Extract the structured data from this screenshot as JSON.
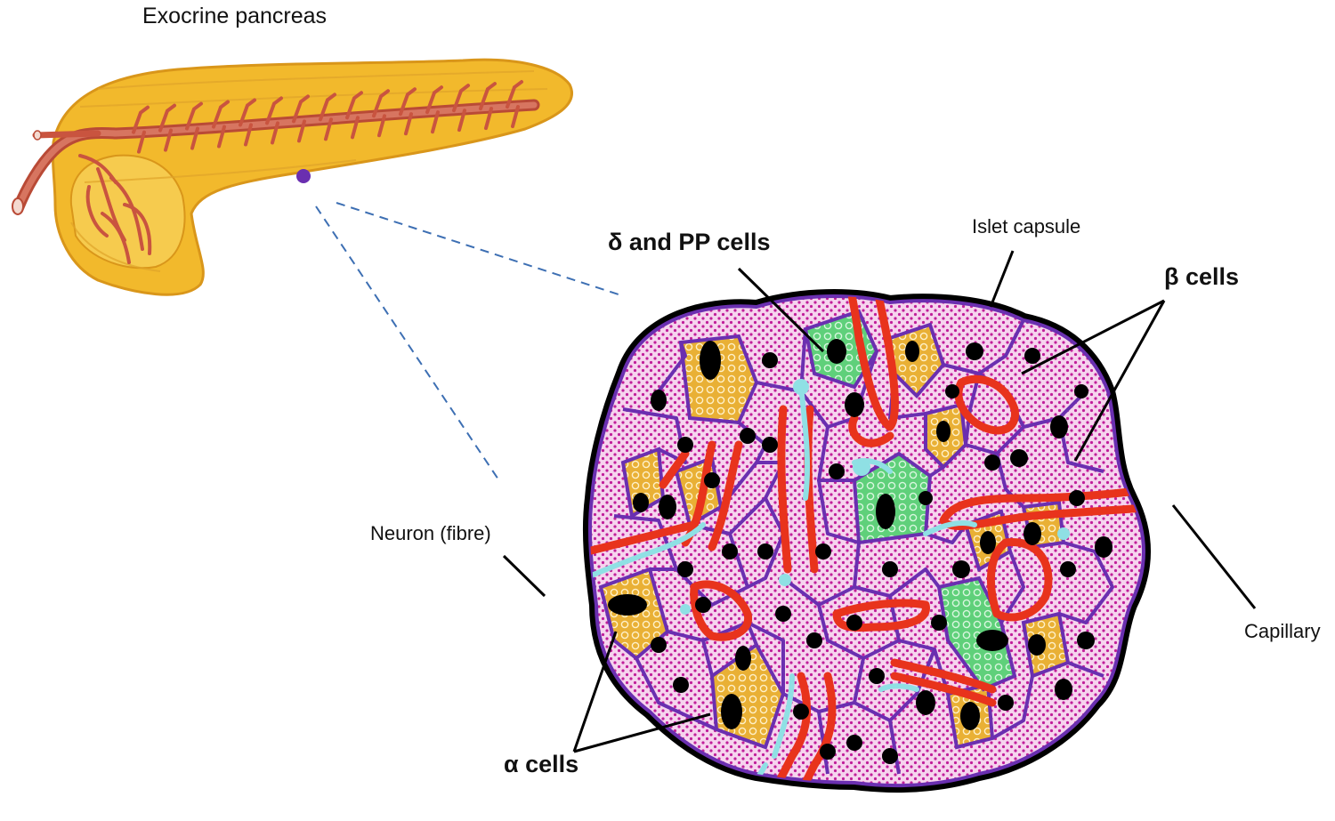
{
  "labels": {
    "exocrine": "Exocrine pancreas",
    "delta_pp": "δ and  PP cells",
    "islet_capsule": "Islet capsule",
    "beta": "β cells",
    "neuron": "Neuron (fibre)",
    "capillary": "Capillary",
    "alpha": "α cells"
  },
  "colors": {
    "pancreas": "#f2b92c",
    "pancreas_edge": "#d9961a",
    "vessel": "#c9543f",
    "zoom_line": "#3d6fb3",
    "capsule": "#000000",
    "membrane": "#6a2fb0",
    "beta_cell": "#e8a6de",
    "alpha_cell": "#e9b035",
    "delta_cell": "#5fd07a",
    "capillary": "#e8331c",
    "neuron": "#8fe0e4",
    "nucleus": "#000000"
  },
  "icons": {
    "pancreas": "pancreas-illustration",
    "islet": "islet-of-langerhans-illustration",
    "marker": "location-dot-icon"
  }
}
